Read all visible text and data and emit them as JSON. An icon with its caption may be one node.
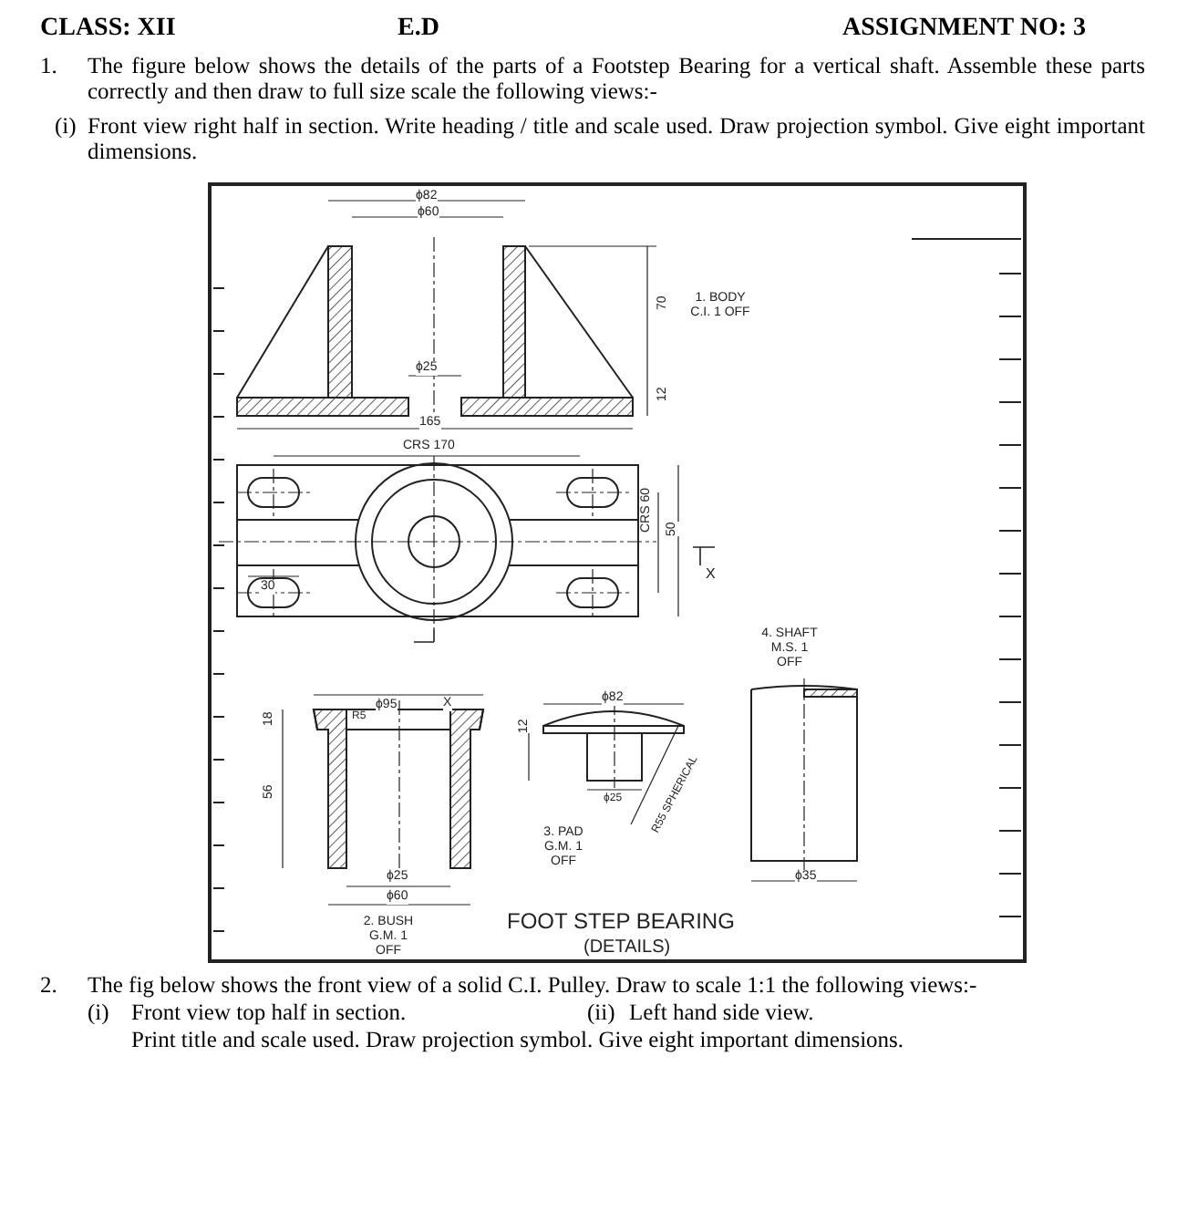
{
  "diagram": {
    "labels": [
      "CLASS: XII",
      "E.D",
      "ASSIGNMENT NO: 3",
      "1.",
      "The figure below shows the details of the parts of a Footstep Bearing for a vertical shaft. Assemble these parts correctly and then draw to full size scale the following views:-",
      "(i)",
      "Front view right half in section. Write heading / title and scale used. Draw projection symbol. Give eight important dimensions.",
      "ϕ82",
      "ϕ60",
      "70",
      "ϕ25",
      "165",
      "12",
      "CRS 170",
      "1. BODY C.I. 1 OFF",
      "30",
      "CRS 60",
      "50",
      "X",
      "4. SHAFT M.S. 1 OFF",
      "ϕ95",
      "X",
      "R5",
      "18",
      "56",
      "ϕ25",
      "ϕ60",
      "2. BUSH G.M. 1 OFF",
      "ϕ82",
      "12",
      "ϕ25",
      "R55 SPHERICAL",
      "3. PAD G.M. 1 OFF",
      "ϕ35",
      "FOOT STEP BEARING",
      "(DETAILS)",
      "2.",
      "The fig below shows the front view of a solid C.I. Pulley. Draw to scale 1:1 the following views:-",
      "(i)",
      "Front view top half in section.",
      "(ii)",
      "Left hand side view.",
      "Print title and scale used. Draw projection symbol. Give eight important dimensions."
    ]
  }
}
